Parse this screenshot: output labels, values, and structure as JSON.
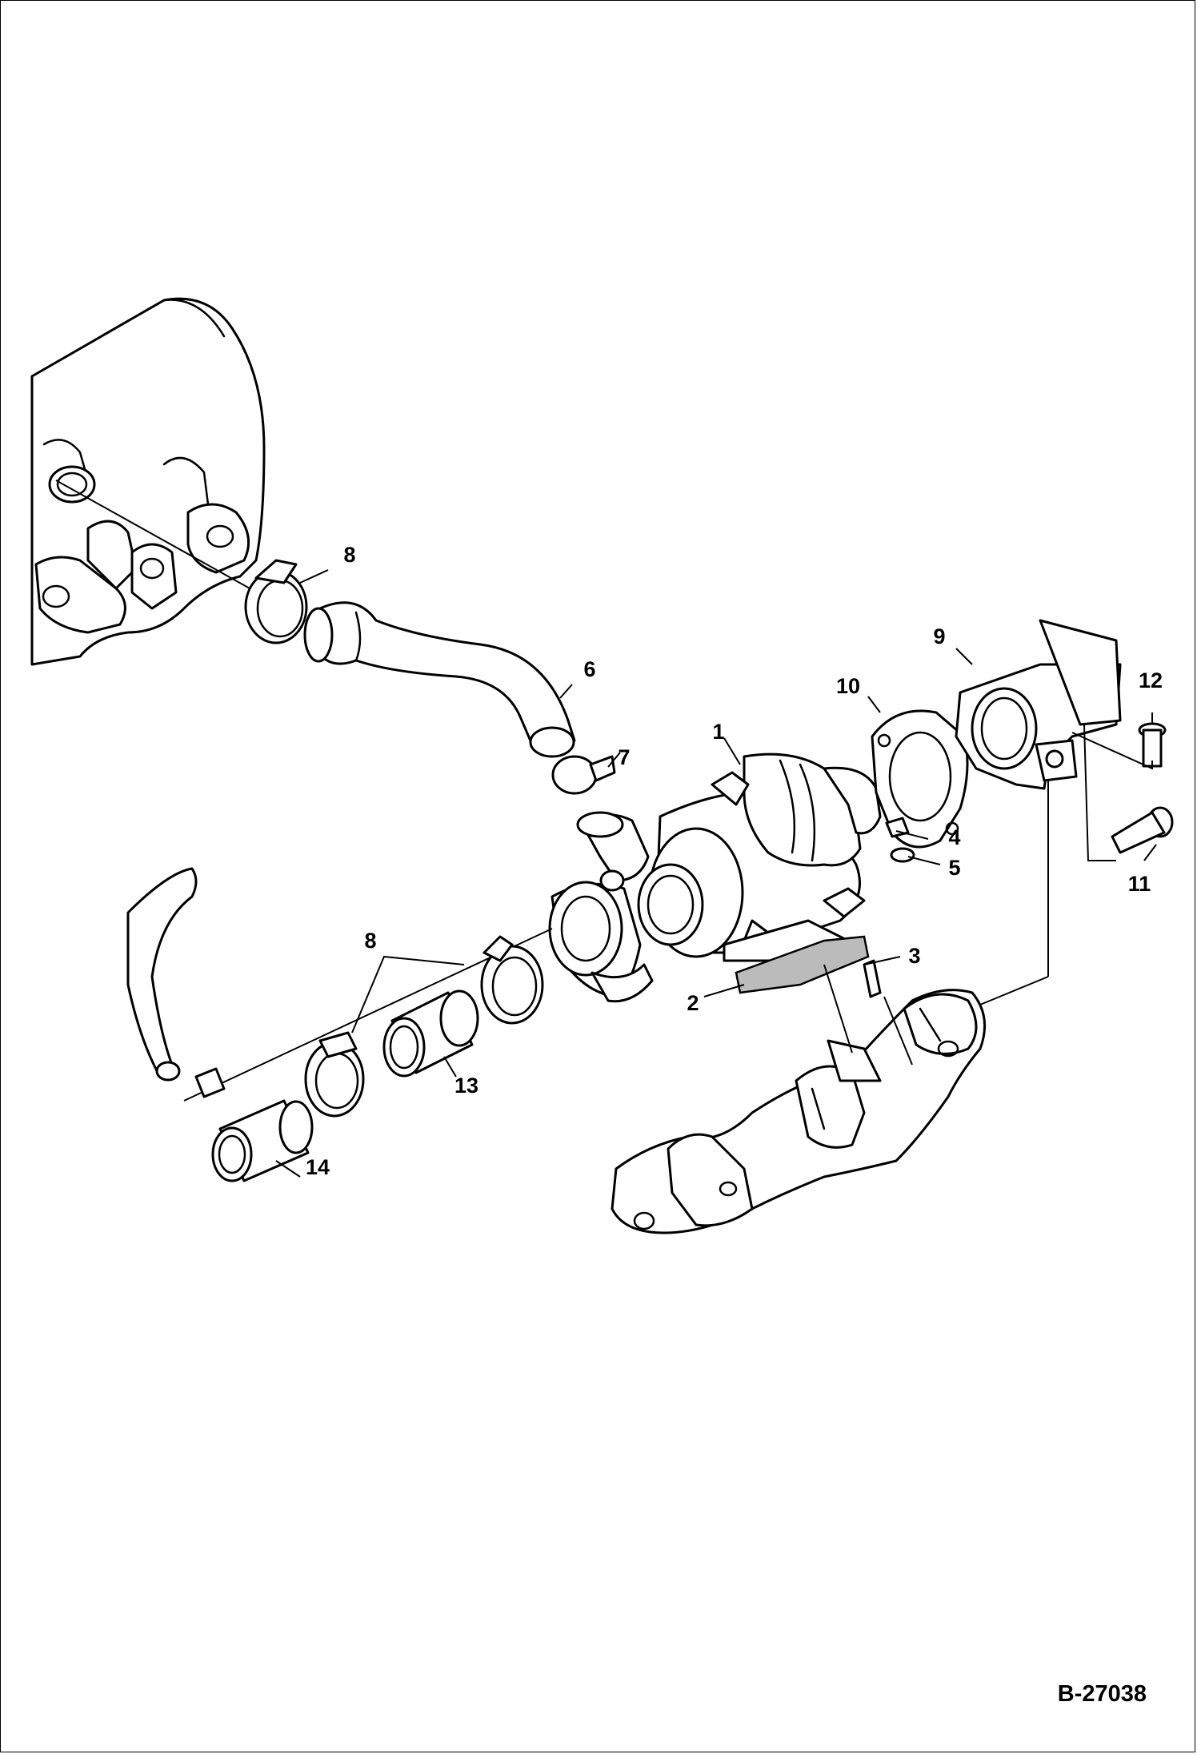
{
  "diagram": {
    "drawing_number": "B-27038",
    "callouts": {
      "c1": "1",
      "c2": "2",
      "c3": "3",
      "c4": "4",
      "c5": "5",
      "c6": "6",
      "c7": "7",
      "c8_top": "8",
      "c8_bottom": "8",
      "c9": "9",
      "c10": "10",
      "c11": "11",
      "c12": "12",
      "c13": "13",
      "c14": "14"
    }
  }
}
